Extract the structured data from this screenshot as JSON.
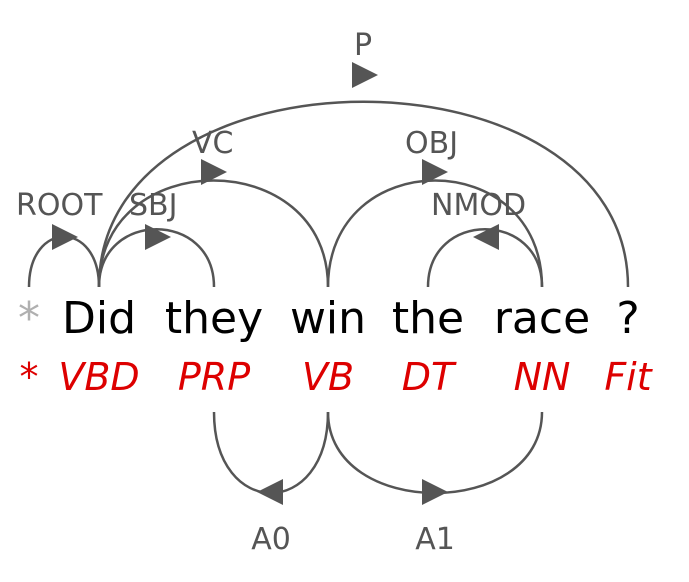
{
  "colors": {
    "word": "#000000",
    "root": "#b0b0b0",
    "tag": "#dd0000",
    "arc": "#555555"
  },
  "tokens": [
    {
      "word": "*",
      "tag": "*"
    },
    {
      "word": "Did",
      "tag": "VBD"
    },
    {
      "word": "they",
      "tag": "PRP"
    },
    {
      "word": "win",
      "tag": "VB"
    },
    {
      "word": "the",
      "tag": "DT"
    },
    {
      "word": "race",
      "tag": "NN"
    },
    {
      "word": "?",
      "tag": "Fit"
    }
  ],
  "dependencies": [
    {
      "label": "ROOT",
      "head": 0,
      "dependent": 1
    },
    {
      "label": "SBJ",
      "head": 1,
      "dependent": 2
    },
    {
      "label": "VC",
      "head": 1,
      "dependent": 3
    },
    {
      "label": "P",
      "head": 1,
      "dependent": 6
    },
    {
      "label": "OBJ",
      "head": 3,
      "dependent": 5
    },
    {
      "label": "NMOD",
      "head": 5,
      "dependent": 4
    }
  ],
  "semantic_roles": [
    {
      "label": "A0",
      "predicate": 3,
      "argument": 2
    },
    {
      "label": "A1",
      "predicate": 3,
      "argument": 5
    }
  ]
}
